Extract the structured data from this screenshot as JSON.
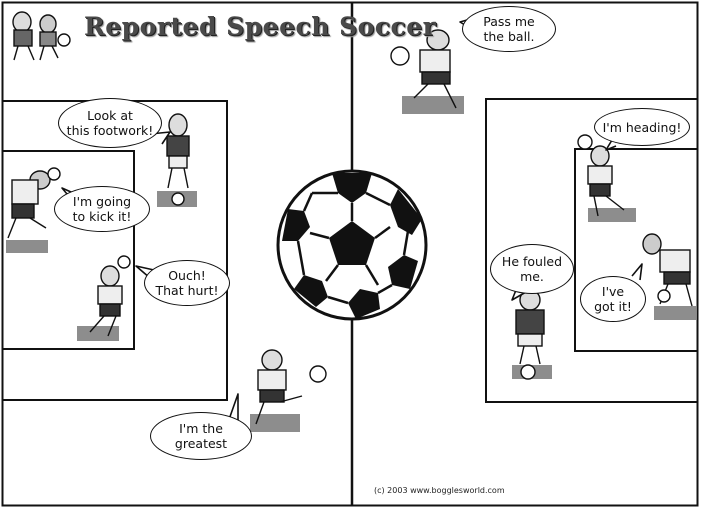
{
  "title": "Reported Speech Soccer",
  "speech": {
    "footwork": "Look at\nthis footwork!",
    "kick": "I'm going\nto kick it!",
    "ouch": "Ouch!\nThat hurt!",
    "greatest": "I'm the\ngreatest",
    "pass": "Pass me\nthe ball.",
    "heading": "I'm heading!",
    "fouled": "He fouled\nme.",
    "gotit": "I've\ngot it!"
  },
  "copyright": "(c) 2003 www.bogglesworld.com"
}
